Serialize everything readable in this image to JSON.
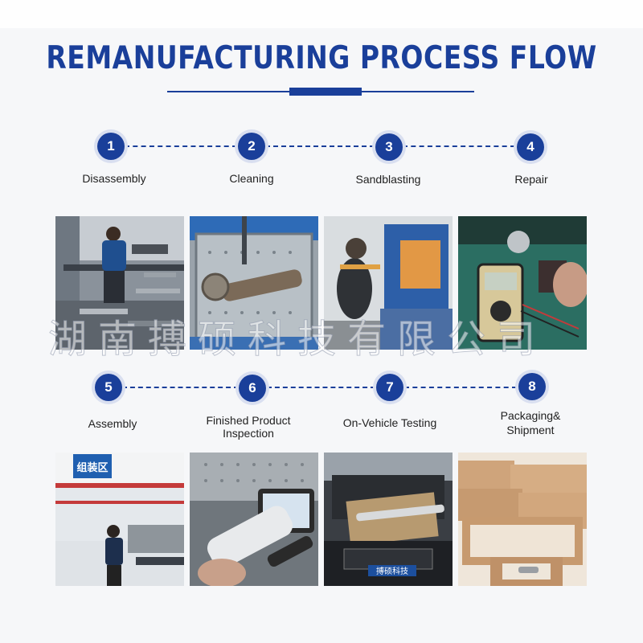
{
  "title": "REMANUFACTURING PROCESS FLOW",
  "steps": [
    {
      "num": "1",
      "label": "Disassembly"
    },
    {
      "num": "2",
      "label": "Cleaning"
    },
    {
      "num": "3",
      "label": "Sandblasting"
    },
    {
      "num": "4",
      "label": "Repair"
    },
    {
      "num": "5",
      "label": "Assembly"
    },
    {
      "num": "6",
      "label_line1": "Finished Product",
      "label_line2": "Inspection"
    },
    {
      "num": "7",
      "label": "On-Vehicle Testing"
    },
    {
      "num": "8",
      "label_line1": "Packaging&",
      "label_line2": "Shipment"
    }
  ],
  "photo_texts": {
    "assembly_sign": "组装区",
    "car_plate": "搏硕科技"
  },
  "watermark": "湖南搏硕科技有限公司",
  "colors": {
    "accent": "#1a3f9a",
    "background": "#f6f7f9"
  }
}
